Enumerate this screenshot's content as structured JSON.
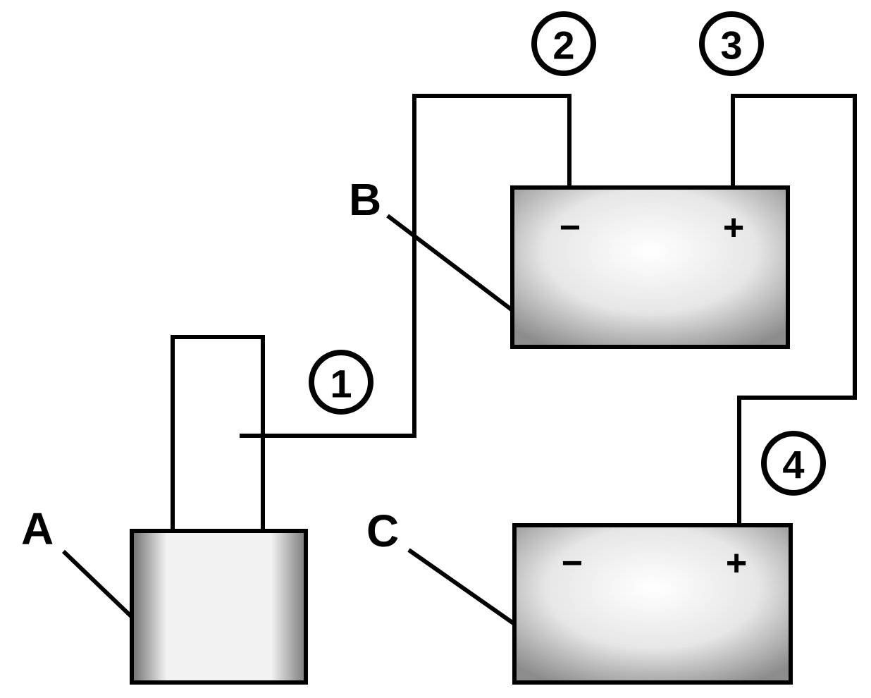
{
  "components": {
    "a": {
      "label": "A"
    },
    "b": {
      "label": "B",
      "neg": "−",
      "pos": "+"
    },
    "c": {
      "label": "C",
      "neg": "−",
      "pos": "+"
    }
  },
  "callouts": [
    "1",
    "2",
    "3",
    "4"
  ]
}
